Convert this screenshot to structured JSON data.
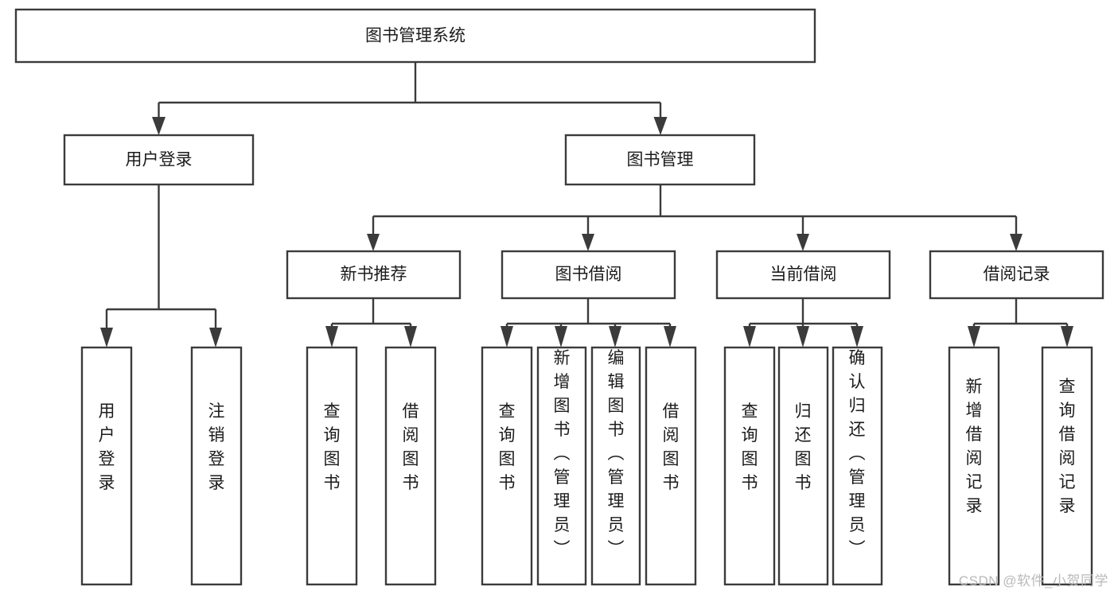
{
  "diagram": {
    "title": "图书管理系统",
    "type": "tree-hierarchy",
    "background_color": "#ffffff",
    "box_stroke_color": "#3b3b3b",
    "text_color": "#1b1b1b",
    "root": {
      "id": "root",
      "label": "图书管理系统",
      "orientation": "horizontal"
    },
    "level2": [
      {
        "id": "user-login",
        "label": "用户登录",
        "orientation": "horizontal"
      },
      {
        "id": "book-manage",
        "label": "图书管理",
        "orientation": "horizontal"
      }
    ],
    "level3": [
      {
        "id": "new-book-recommend",
        "label": "新书推荐",
        "orientation": "horizontal",
        "parent": "book-manage"
      },
      {
        "id": "book-borrow",
        "label": "图书借阅",
        "orientation": "horizontal",
        "parent": "book-manage"
      },
      {
        "id": "current-borrow",
        "label": "当前借阅",
        "orientation": "horizontal",
        "parent": "book-manage"
      },
      {
        "id": "borrow-record",
        "label": "借阅记录",
        "orientation": "horizontal",
        "parent": "book-manage"
      }
    ],
    "leaves": [
      {
        "id": "leaf-user-login",
        "label": "用户登录",
        "parent": "user-login",
        "orientation": "vertical"
      },
      {
        "id": "leaf-logout-login",
        "label": "注销登录",
        "parent": "user-login",
        "orientation": "vertical"
      },
      {
        "id": "leaf-query-book-1",
        "label": "查询图书",
        "parent": "new-book-recommend",
        "orientation": "vertical"
      },
      {
        "id": "leaf-borrow-book-1",
        "label": "借阅图书",
        "parent": "new-book-recommend",
        "orientation": "vertical"
      },
      {
        "id": "leaf-query-book-2",
        "label": "查询图书",
        "parent": "book-borrow",
        "orientation": "vertical"
      },
      {
        "id": "leaf-add-book",
        "label": "新增图书（管理员）",
        "parent": "book-borrow",
        "orientation": "vertical"
      },
      {
        "id": "leaf-edit-book",
        "label": "编辑图书（管理员）",
        "parent": "book-borrow",
        "orientation": "vertical"
      },
      {
        "id": "leaf-borrow-book-2",
        "label": "借阅图书",
        "parent": "book-borrow",
        "orientation": "vertical"
      },
      {
        "id": "leaf-query-book-3",
        "label": "查询图书",
        "parent": "current-borrow",
        "orientation": "vertical"
      },
      {
        "id": "leaf-return-book",
        "label": "归还图书",
        "parent": "current-borrow",
        "orientation": "vertical"
      },
      {
        "id": "leaf-confirm-return",
        "label": "确认归还（管理员）",
        "parent": "current-borrow",
        "orientation": "vertical"
      },
      {
        "id": "leaf-add-record",
        "label": "新增借阅记录",
        "parent": "borrow-record",
        "orientation": "vertical"
      },
      {
        "id": "leaf-query-record",
        "label": "查询借阅记录",
        "parent": "borrow-record",
        "orientation": "vertical"
      }
    ]
  },
  "watermark": {
    "text": "CSDN @软件_小贺同学"
  }
}
